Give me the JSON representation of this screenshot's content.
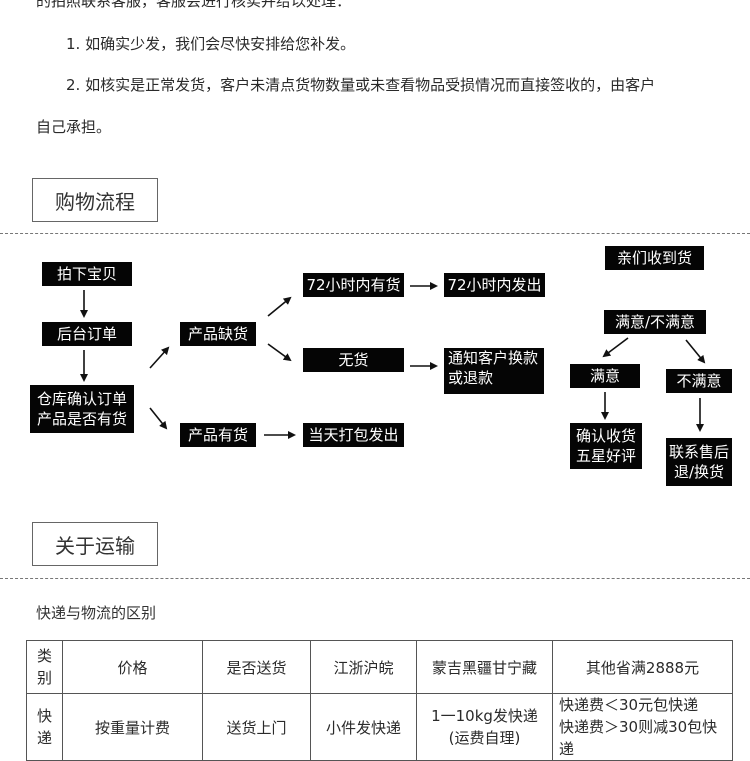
{
  "intro": {
    "line0": "的拍照联系客服，客服会进行核实并给以处理：",
    "line1": "1. 如确实少发，我们会尽快安排给您补发。",
    "line2a": "2. 如核实是正常发货，客户未清点货物数量或未查看物品受损情况而直接签收的，由客户",
    "line2b": "自己承担。"
  },
  "sections": {
    "shopping_flow": "购物流程",
    "shipping": "关于运输"
  },
  "flow": {
    "buy": "拍下宝贝",
    "backend_order": "后台订单",
    "warehouse_confirm_1": "仓库确认订单",
    "warehouse_confirm_2": "产品是否有货",
    "out_of_stock": "产品缺货",
    "in_stock": "产品有货",
    "restock_72h": "72小时内有货",
    "ship_72h": "72小时内发出",
    "no_stock": "无货",
    "notify_1": "通知客户换款",
    "notify_2": "或退款",
    "ship_today": "当天打包发出",
    "received": "亲们收到货",
    "satisfied_or_not": "满意/不满意",
    "satisfied": "满意",
    "not_satisfied": "不满意",
    "confirm_1": "确认收货",
    "confirm_2": "五星好评",
    "contact_1": "联系售后",
    "contact_2": "退/换货"
  },
  "shipping": {
    "subtitle": "快递与物流的区别",
    "headers": [
      "类别",
      "价格",
      "是否送货",
      "江浙沪皖",
      "蒙吉黑疆甘宁藏",
      "其他省满2888元"
    ],
    "row": {
      "category": "快递",
      "price": "按重量计费",
      "delivery": "送货上门",
      "jzhw": "小件发快递",
      "remote_1": "1一10kg发快递",
      "remote_2": "(运费自理)",
      "other_1": "快递费＜30元包快递",
      "other_2": "快递费＞30则减30包快递"
    }
  }
}
